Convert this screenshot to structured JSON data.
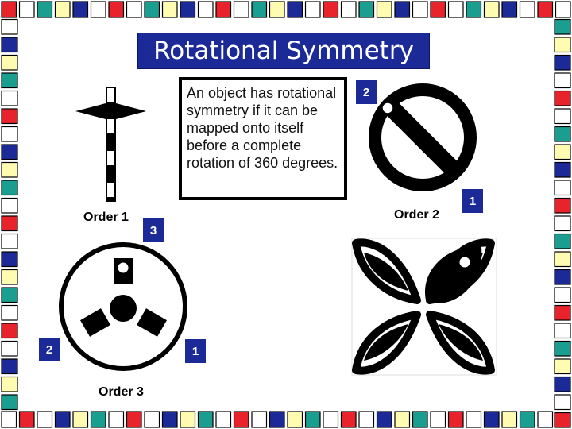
{
  "slide": {
    "title": "Rotational Symmetry",
    "definition": "An object has rotational symmetry if it can be mapped onto itself before a complete rotation of 360 degrees."
  },
  "figures": {
    "cross": {
      "order_label": "Order 1"
    },
    "no_sign": {
      "marker_1": "2",
      "marker_2": "1",
      "order_label": "Order 2"
    },
    "tri_circle": {
      "marker_1": "3",
      "marker_2": "2",
      "marker_3": "1",
      "order_label": "Order 3"
    },
    "petals": {}
  },
  "colors": {
    "title_bg": "#1b2a96",
    "marker_bg": "#1b2a96",
    "shape": "#000000"
  },
  "border_palette": [
    "#e8232b",
    "#ffffff",
    "#1a9e8f",
    "#fffbb0",
    "#1b2a96",
    "#ffffff"
  ]
}
